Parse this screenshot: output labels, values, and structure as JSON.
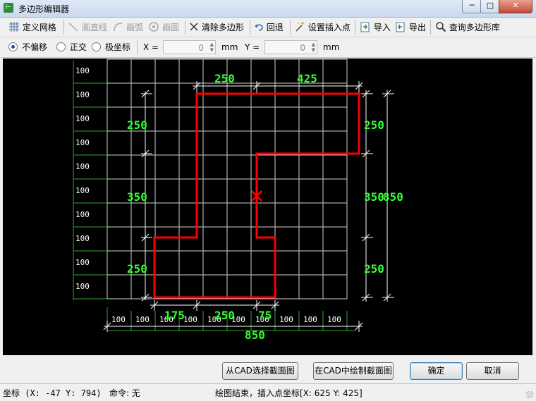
{
  "window": {
    "title": "多边形编辑器",
    "min": "─",
    "max": "□",
    "close": "✕"
  },
  "toolbar": {
    "define_grid": "定义网格",
    "draw_line": "画直线",
    "draw_arc": "画弧",
    "draw_circle": "画圆",
    "clear_polygon": "清除多边形",
    "undo": "回退",
    "set_insert_point": "设置插入点",
    "import": "导入",
    "export": "导出",
    "query_library": "查询多边形库"
  },
  "options": {
    "no_offset": "不偏移",
    "orthogonal": "正交",
    "polar": "极坐标",
    "selected": "不偏移",
    "x_label": "X =",
    "x_value": "0",
    "x_unit": "mm",
    "y_label": "Y =",
    "y_value": "0",
    "y_unit": "mm"
  },
  "drawing": {
    "grid_color": "#ffffff",
    "dim_color": "#32ff32",
    "poly_color": "#ff0000",
    "row_labels": [
      "100",
      "100",
      "100",
      "100",
      "100",
      "100",
      "100",
      "100",
      "100",
      "100"
    ],
    "col_labels": [
      "100",
      "100",
      "100",
      "100",
      "100",
      "100",
      "100",
      "100",
      "100",
      "100"
    ],
    "dims": {
      "top_left": "250",
      "top_right": "425",
      "left_top": "250",
      "left_mid": "350",
      "left_bot": "250",
      "right_top": "250",
      "right_mid": "350",
      "right_bot": "250",
      "right_total": "850",
      "bot_left": "175",
      "bot_mid": "250",
      "bot_right": "75",
      "bot_total": "850"
    }
  },
  "buttons": {
    "from_cad": "从CAD选择截面图",
    "draw_in_cad": "在CAD中绘制截面图",
    "ok": "确定",
    "cancel": "取消"
  },
  "status": {
    "coord": "坐标 (X: -47 Y: 794)",
    "command": "命令: 无",
    "message": "绘图结束，插入点坐标[X: 625 Y: 425]"
  }
}
